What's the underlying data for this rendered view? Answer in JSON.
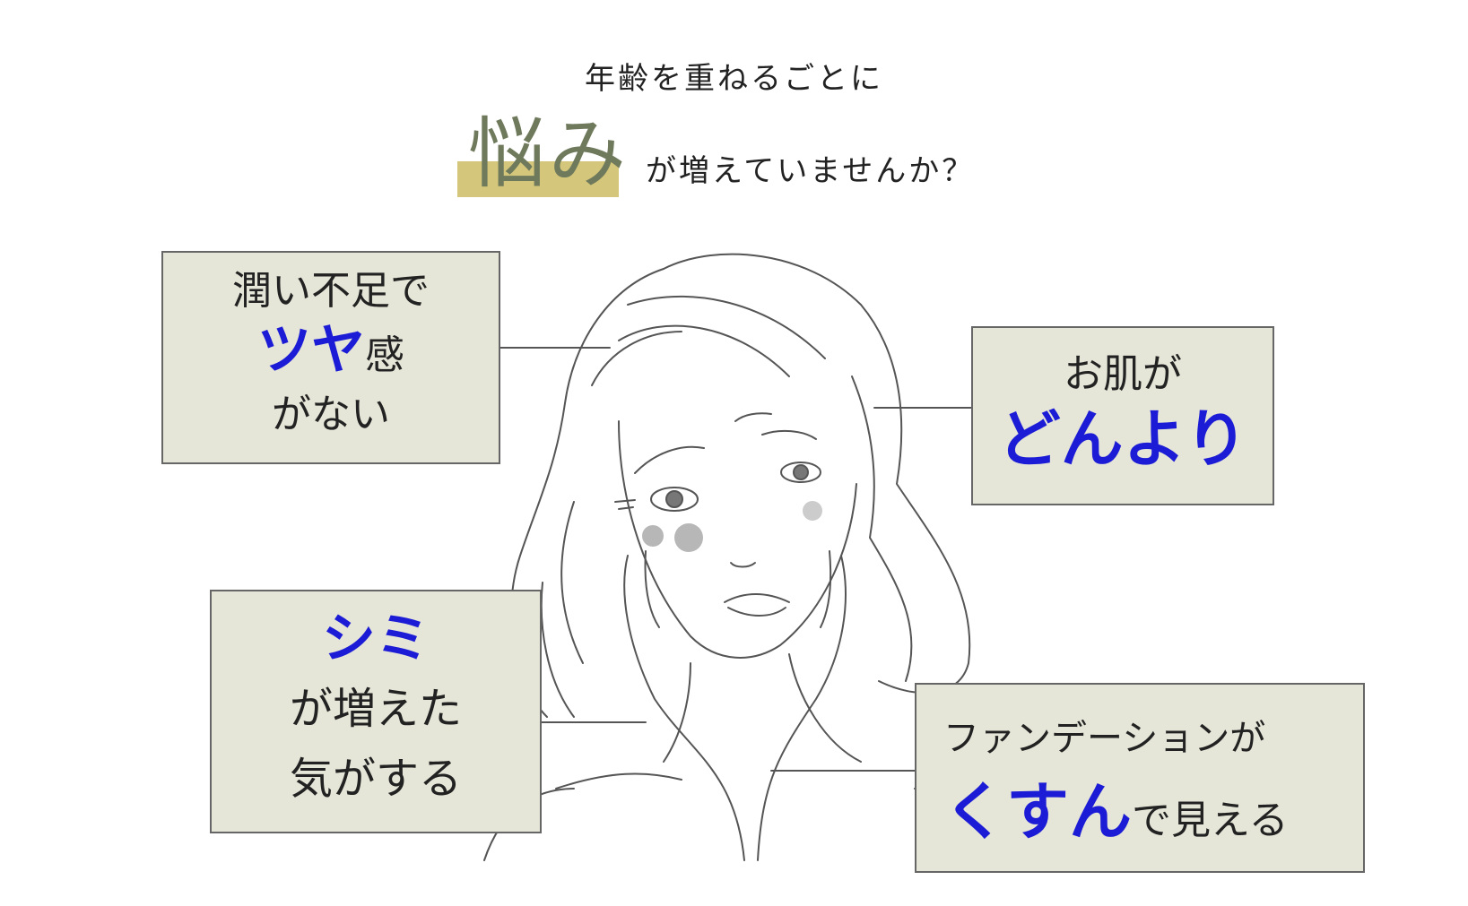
{
  "header": {
    "subtitle": "年齢を重ねるごとに",
    "headline_highlight": "悩み",
    "headline_rest": "が増えていませんか？"
  },
  "concerns": [
    {
      "line1": "潤い不足で",
      "highlight": "ツヤ",
      "after_highlight": "感",
      "line3": "がない"
    },
    {
      "line1": "お肌が",
      "highlight": "どんより"
    },
    {
      "highlight": "シミ",
      "line2": "が増えた",
      "line3": "気がする"
    },
    {
      "line1": "ファンデーションが",
      "highlight": "くすん",
      "after_highlight": "で見える"
    }
  ],
  "colors": {
    "highlight_text": "#1c1cd6",
    "box_fill": "#e6e6d8",
    "headline_bar": "#d4c67a",
    "headline_glyph": "#6f7a5c"
  }
}
